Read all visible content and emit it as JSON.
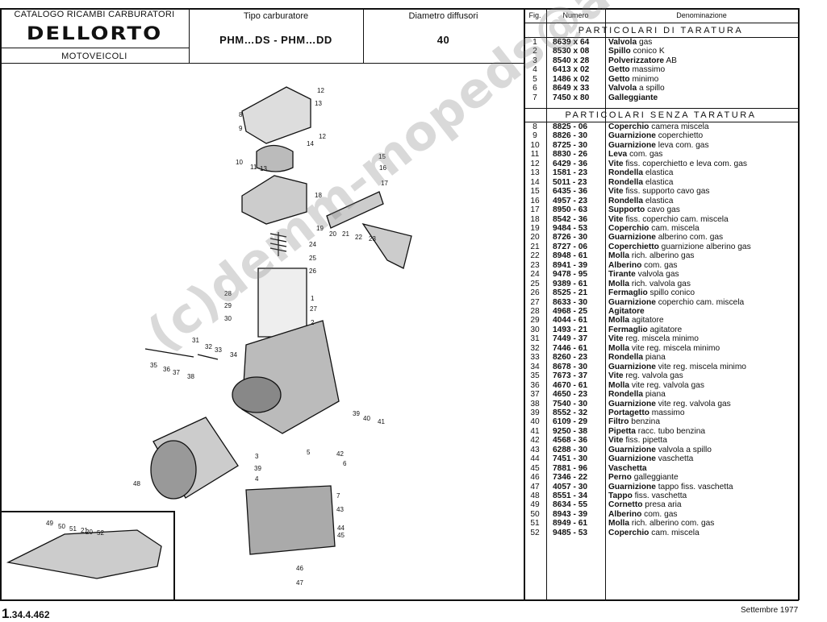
{
  "header": {
    "catalog_title": "CATALOGO RICAMBI CARBURATORI",
    "brand": "DELLORTO",
    "category": "MOTOVEICOLI",
    "type_label": "Tipo carburatore",
    "type_value": "PHM…DS  -  PHM…DD",
    "diffuser_label": "Diametro diffusori",
    "diffuser_value": "40"
  },
  "table": {
    "col_fig": "Fig.",
    "col_num": "Numero",
    "col_den": "Denominazione",
    "section1": "PARTICOLARI  DI  TARATURA",
    "section2": "PARTICOLARI  SENZA  TARATURA",
    "rows1": [
      {
        "fig": "1",
        "num": "8639 x 64",
        "den": "Valvola gas"
      },
      {
        "fig": "2",
        "num": "8530 x 08",
        "den": "Spillo conico K"
      },
      {
        "fig": "3",
        "num": "8540 x 28",
        "den": "Polverizzatore AB"
      },
      {
        "fig": "4",
        "num": "6413 x 02",
        "den": "Getto massimo"
      },
      {
        "fig": "5",
        "num": "1486 x 02",
        "den": "Getto minimo"
      },
      {
        "fig": "6",
        "num": "8649 x 33",
        "den": "Valvola a spillo"
      },
      {
        "fig": "7",
        "num": "7450 x 80",
        "den": "Galleggiante"
      }
    ],
    "rows2": [
      {
        "fig": "8",
        "num": "8825 - 06",
        "den": "Coperchio camera miscela"
      },
      {
        "fig": "9",
        "num": "8826 - 30",
        "den": "Guarnizione coperchietto"
      },
      {
        "fig": "10",
        "num": "8725 - 30",
        "den": "Guarnizione leva com. gas"
      },
      {
        "fig": "11",
        "num": "8830 - 26",
        "den": "Leva com. gas"
      },
      {
        "fig": "12",
        "num": "6429 - 36",
        "den": "Vite fiss. coperchietto e leva com. gas"
      },
      {
        "fig": "13",
        "num": "1581 - 23",
        "den": "Rondella elastica"
      },
      {
        "fig": "14",
        "num": "5011 - 23",
        "den": "Rondella elastica"
      },
      {
        "fig": "15",
        "num": "6435 - 36",
        "den": "Vite fiss. supporto cavo gas"
      },
      {
        "fig": "16",
        "num": "4957 - 23",
        "den": "Rondella elastica"
      },
      {
        "fig": "17",
        "num": "8950 - 63",
        "den": "Supporto cavo gas"
      },
      {
        "fig": "18",
        "num": "8542 - 36",
        "den": "Vite fiss. coperchio cam. miscela"
      },
      {
        "fig": "19",
        "num": "9484 - 53",
        "den": "Coperchio cam. miscela"
      },
      {
        "fig": "20",
        "num": "8726 - 30",
        "den": "Guarnizione alberino com. gas"
      },
      {
        "fig": "21",
        "num": "8727 - 06",
        "den": "Coperchietto guarnizione alberino gas"
      },
      {
        "fig": "22",
        "num": "8948 - 61",
        "den": "Molla rich. alberino gas"
      },
      {
        "fig": "23",
        "num": "8941 - 39",
        "den": "Alberino com. gas"
      },
      {
        "fig": "24",
        "num": "9478 - 95",
        "den": "Tirante valvola gas"
      },
      {
        "fig": "25",
        "num": "9389 - 61",
        "den": "Molla rich. valvola gas"
      },
      {
        "fig": "26",
        "num": "8525 - 21",
        "den": "Fermaglio spillo conico"
      },
      {
        "fig": "27",
        "num": "8633 - 30",
        "den": "Guarnizione coperchio cam. miscela"
      },
      {
        "fig": "28",
        "num": "4968 - 25",
        "den": "Agitatore"
      },
      {
        "fig": "29",
        "num": "4044 - 61",
        "den": "Molla agitatore"
      },
      {
        "fig": "30",
        "num": "1493 - 21",
        "den": "Fermaglio agitatore"
      },
      {
        "fig": "31",
        "num": "7449 - 37",
        "den": "Vite reg. miscela minimo"
      },
      {
        "fig": "32",
        "num": "7446 - 61",
        "den": "Molla vite reg. miscela minimo"
      },
      {
        "fig": "33",
        "num": "8260 - 23",
        "den": "Rondella piana"
      },
      {
        "fig": "34",
        "num": "8678 - 30",
        "den": "Guarnizione vite reg. miscela minimo"
      },
      {
        "fig": "35",
        "num": "7673 - 37",
        "den": "Vite reg. valvola gas"
      },
      {
        "fig": "36",
        "num": "4670 - 61",
        "den": "Molla vite reg. valvola gas"
      },
      {
        "fig": "37",
        "num": "4650 - 23",
        "den": "Rondella piana"
      },
      {
        "fig": "38",
        "num": "7540 - 30",
        "den": "Guarnizione vite reg. valvola gas"
      },
      {
        "fig": "39",
        "num": "8552 - 32",
        "den": "Portagetto massimo"
      },
      {
        "fig": "40",
        "num": "6109 - 29",
        "den": "Filtro benzina"
      },
      {
        "fig": "41",
        "num": "9250 - 38",
        "den": "Pipetta racc. tubo benzina"
      },
      {
        "fig": "42",
        "num": "4568 - 36",
        "den": "Vite fiss. pipetta"
      },
      {
        "fig": "43",
        "num": "6288 - 30",
        "den": "Guarnizione valvola a spillo"
      },
      {
        "fig": "44",
        "num": "7451 - 30",
        "den": "Guarnizione vaschetta"
      },
      {
        "fig": "45",
        "num": "7881 - 96",
        "den": "Vaschetta"
      },
      {
        "fig": "46",
        "num": "7346 - 22",
        "den": "Perno galleggiante"
      },
      {
        "fig": "47",
        "num": "4057 - 30",
        "den": "Guarnizione tappo fiss. vaschetta"
      },
      {
        "fig": "48",
        "num": "8551 - 34",
        "den": "Tappo fiss. vaschetta"
      },
      {
        "fig": "49",
        "num": "8634 - 55",
        "den": "Cornetto presa aria"
      },
      {
        "fig": "50",
        "num": "8943 - 39",
        "den": "Alberino com. gas"
      },
      {
        "fig": "51",
        "num": "8949 - 61",
        "den": "Molla rich. alberino com. gas"
      },
      {
        "fig": "52",
        "num": "9485 - 53",
        "den": "Coperchio cam. miscela"
      }
    ]
  },
  "footer": {
    "code_prefix": "1",
    "code_rest": ".34.4.462",
    "date": "Settembre 1977"
  },
  "watermark": "(c)demm-mopeds@aruba.it",
  "callouts": [
    "1",
    "2",
    "3",
    "4",
    "5",
    "6",
    "7",
    "8",
    "9",
    "10",
    "11",
    "12",
    "12",
    "13",
    "13",
    "14",
    "15",
    "16",
    "17",
    "18",
    "19",
    "20",
    "21",
    "22",
    "23",
    "24",
    "25",
    "26",
    "27",
    "28",
    "29",
    "30",
    "31",
    "32",
    "33",
    "34",
    "35",
    "36",
    "37",
    "38",
    "39",
    "39",
    "40",
    "41",
    "42",
    "43",
    "44",
    "45",
    "46",
    "47",
    "48",
    "49",
    "50",
    "51",
    "21",
    "20",
    "52"
  ]
}
